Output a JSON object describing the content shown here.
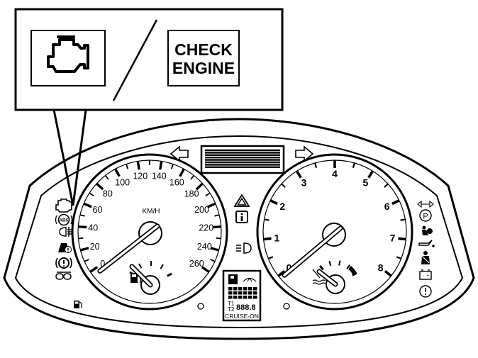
{
  "callout": {
    "symbol_icon": "check-engine-symbol-icon",
    "text_line1": "CHECK",
    "text_line2": "ENGINE"
  },
  "speedometer": {
    "unit": "KM/H",
    "labels": [
      "0",
      "20",
      "40",
      "60",
      "80",
      "100",
      "120",
      "140",
      "160",
      "180",
      "200",
      "220",
      "240",
      "260"
    ],
    "needle_value": 0,
    "fuel_level": 0.0,
    "fuel_icon": "fuel-pump-icon"
  },
  "tachometer": {
    "labels": [
      "0",
      "1",
      "2",
      "3",
      "4",
      "5",
      "6",
      "7",
      "8"
    ],
    "needle_value": 0,
    "temp_icon": "coolant-temperature-icon"
  },
  "center_display": {
    "cruise": "CRUISE-ON",
    "trip_a": "T1",
    "trip_b": "T2",
    "digits": "888.8"
  },
  "icons": {
    "left_turn": "left-turn-arrow-icon",
    "right_turn": "right-turn-arrow-icon",
    "hazard": "hazard-warning-icon",
    "info": "info-icon",
    "headlight": "headlight-icon",
    "wiper": "washer-fluid-icon",
    "left_column": [
      "check-engine-icon",
      "abs-icon",
      "rear-fog-icon",
      "traction-control-icon",
      "brake-warning-icon",
      "glow-plug-icon",
      "low-fuel-icon"
    ],
    "right_column": [
      "turn-signal-icon",
      "parking-brake-icon",
      "airbag-icon",
      "oil-pressure-icon",
      "seatbelt-icon",
      "battery-icon",
      "brake-system-icon"
    ]
  },
  "colors": {
    "line": "#000000",
    "background": "#ffffff"
  }
}
